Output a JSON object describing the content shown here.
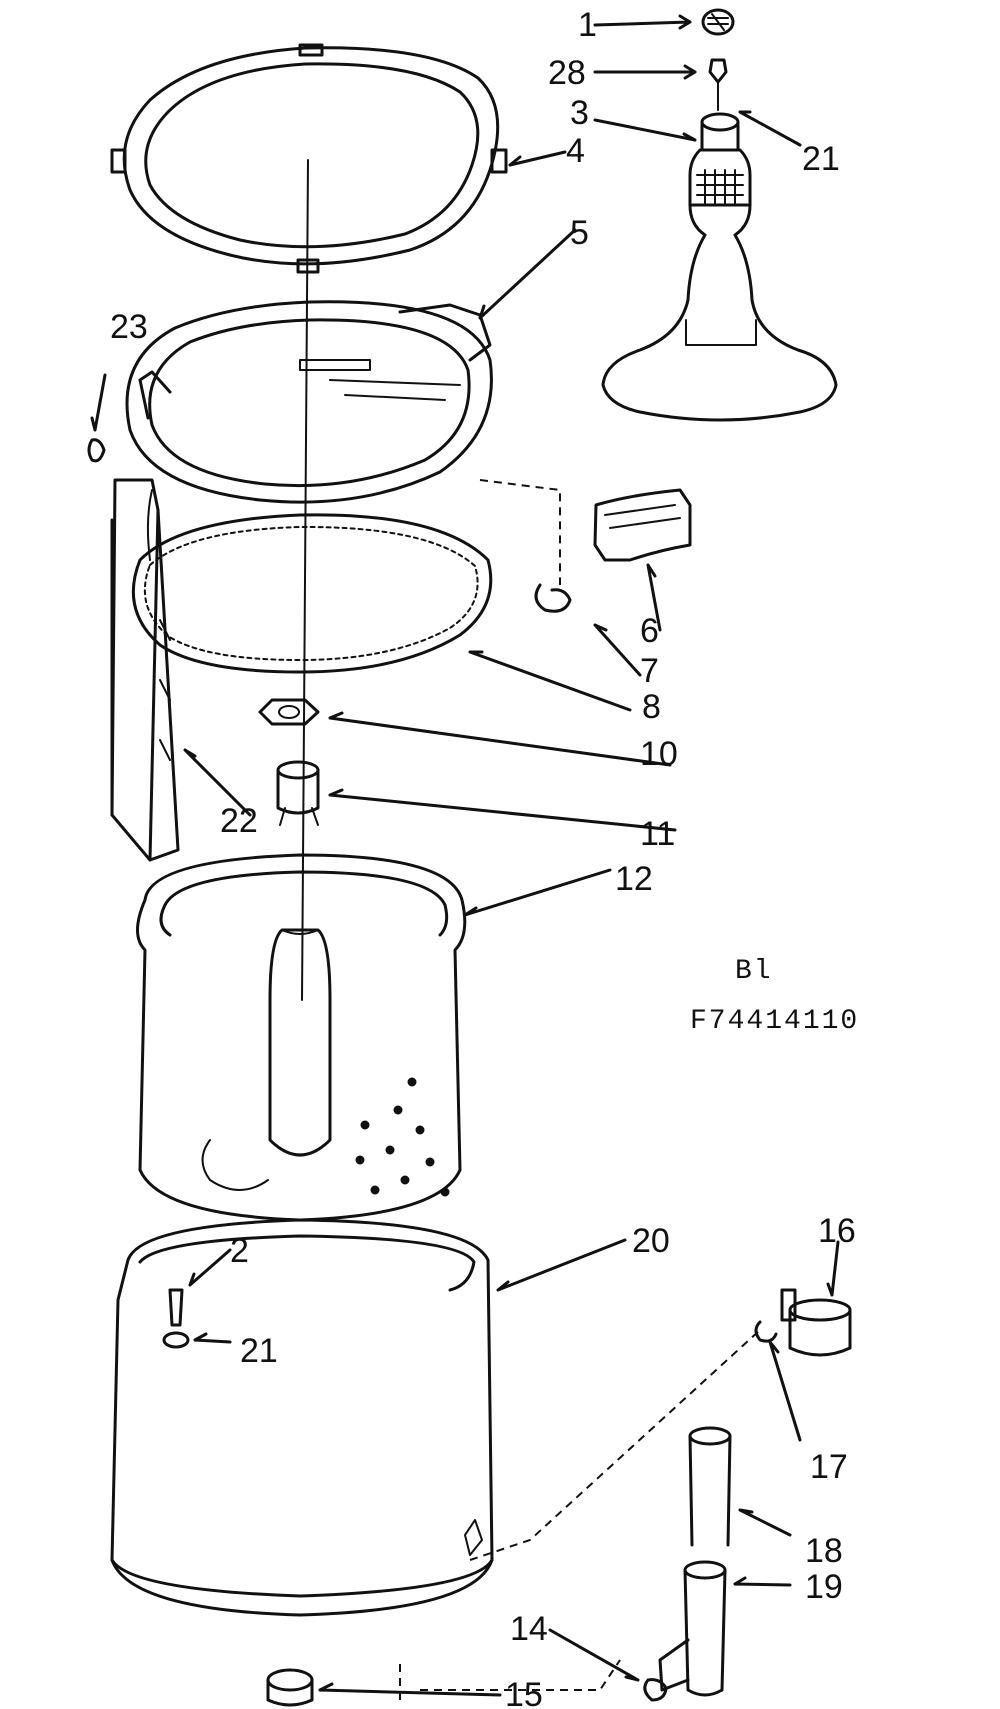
{
  "diagram": {
    "reference": [
      "Bl",
      "F74414110"
    ],
    "parts": [
      {
        "id": "p1",
        "label": "1"
      },
      {
        "id": "p28",
        "label": "28"
      },
      {
        "id": "p3",
        "label": "3"
      },
      {
        "id": "p21a",
        "label": "21"
      },
      {
        "id": "p4",
        "label": "4"
      },
      {
        "id": "p5",
        "label": "5"
      },
      {
        "id": "p23",
        "label": "23"
      },
      {
        "id": "p6",
        "label": "6"
      },
      {
        "id": "p7",
        "label": "7"
      },
      {
        "id": "p8",
        "label": "8"
      },
      {
        "id": "p10",
        "label": "10"
      },
      {
        "id": "p22",
        "label": "22"
      },
      {
        "id": "p11",
        "label": "11"
      },
      {
        "id": "p12",
        "label": "12"
      },
      {
        "id": "p16",
        "label": "16"
      },
      {
        "id": "p20",
        "label": "20"
      },
      {
        "id": "p2",
        "label": "2"
      },
      {
        "id": "p21b",
        "label": "21"
      },
      {
        "id": "p17",
        "label": "17"
      },
      {
        "id": "p18",
        "label": "18"
      },
      {
        "id": "p19",
        "label": "19"
      },
      {
        "id": "p14",
        "label": "14"
      },
      {
        "id": "p15",
        "label": "15"
      }
    ]
  }
}
